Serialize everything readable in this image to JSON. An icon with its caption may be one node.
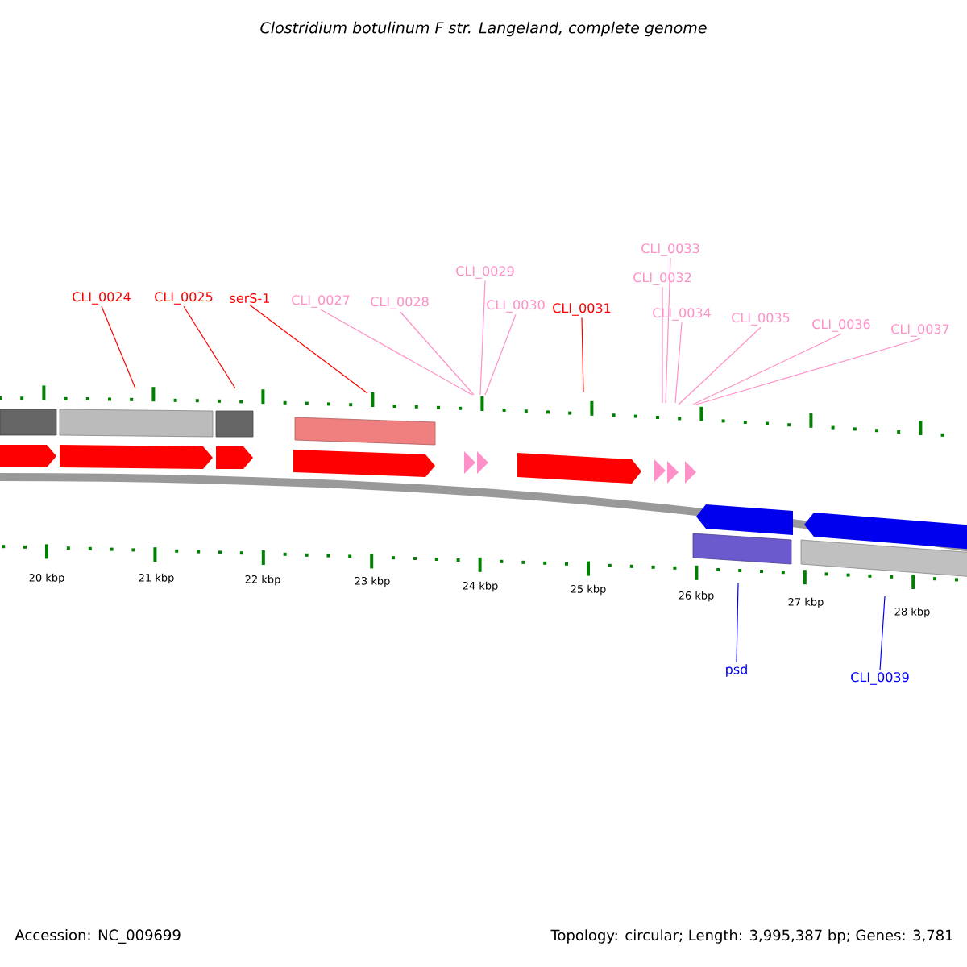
{
  "diagram": {
    "title": "Clostridium botulinum F str. Langeland, complete genome",
    "nodes": [
      {
        "text": [
          "CLI_0024"
        ]
      },
      {
        "text": [
          "CLI_0025"
        ]
      },
      {
        "text": [
          "serS-1"
        ]
      },
      {
        "text": [
          "CLI_0027"
        ]
      },
      {
        "text": [
          "CLI_0028"
        ]
      },
      {
        "text": [
          "CLI_0029"
        ]
      },
      {
        "text": [
          "CLI_0030"
        ]
      },
      {
        "text": [
          "CLI_0031"
        ]
      },
      {
        "text": [
          "CLI_0033"
        ]
      },
      {
        "text": [
          "CLI_0032"
        ]
      },
      {
        "text": [
          "CLI_0034"
        ]
      },
      {
        "text": [
          "CLI_0035"
        ]
      },
      {
        "text": [
          "CLI_0036"
        ]
      },
      {
        "text": [
          "CLI_0037"
        ]
      },
      {
        "text": [
          "psd"
        ]
      },
      {
        "text": [
          "CLI_0039"
        ]
      }
    ],
    "edges": [
      {
        "from": 0,
        "to": null,
        "arrow": "none",
        "color": "#ff0000"
      },
      {
        "from": 1,
        "to": null,
        "arrow": "none",
        "color": "#ff0000"
      },
      {
        "from": 2,
        "to": null,
        "arrow": "none",
        "color": "#ff0000"
      },
      {
        "from": 3,
        "to": null,
        "arrow": "none"
      },
      {
        "from": 4,
        "to": null,
        "arrow": "none"
      },
      {
        "from": 5,
        "to": null,
        "arrow": "none"
      },
      {
        "from": 6,
        "to": null,
        "arrow": "none"
      },
      {
        "from": 7,
        "to": null,
        "arrow": "none",
        "color": "#ff0000"
      },
      {
        "from": 8,
        "to": null,
        "arrow": "none"
      },
      {
        "from": 9,
        "to": null,
        "arrow": "none"
      },
      {
        "from": 10,
        "to": null,
        "arrow": "none"
      },
      {
        "from": 11,
        "to": null,
        "arrow": "none"
      },
      {
        "from": 12,
        "to": null,
        "arrow": "none"
      },
      {
        "from": 13,
        "to": null,
        "arrow": "none"
      },
      {
        "from": 14,
        "to": null,
        "arrow": "none",
        "color": "#0000ff"
      },
      {
        "from": 15,
        "to": null,
        "arrow": "none",
        "color": "#0000ff"
      }
    ],
    "labels": [
      "20 kbp",
      "21 kbp",
      "22 kbp",
      "23 kbp",
      "24 kbp",
      "25 kbp",
      "26 kbp",
      "27 kbp",
      "28 kbp",
      "Accession: NC_009699",
      "Topology: circular; Length: 3,995,387 bp; Genes: 3,781"
    ]
  }
}
